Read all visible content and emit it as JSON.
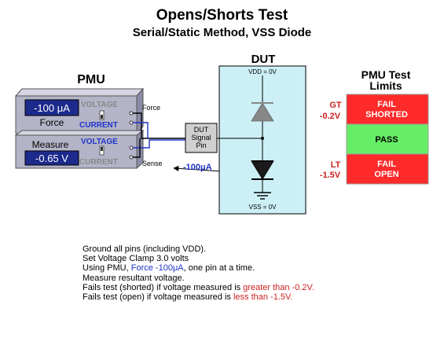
{
  "title": "Opens/Shorts Test",
  "subtitle": "Serial/Static Method, VSS Diode",
  "pmu": {
    "label": "PMU",
    "force_display": "-100 μA",
    "force_label": "Force",
    "measure_label": "Measure",
    "measure_display": "-0.65 V",
    "voltage_label": "VOLTAGE",
    "current_label": "CURRENT",
    "force_wire_label": "Force",
    "sense_wire_label": "Sense"
  },
  "dut": {
    "label": "DUT",
    "vdd_label": "VDD = 0V",
    "vss_label": "VSS = 0V",
    "signal_pin_label": [
      "DUT",
      "Signal",
      "Pin"
    ],
    "current_label": "-100μA"
  },
  "limits": {
    "title_line1": "PMU Test",
    "title_line2": "Limits",
    "gt_label": "GT",
    "gt_value": "-0.2V",
    "lt_label": "LT",
    "lt_value": "-1.5V",
    "fail_shorted_line1": "FAIL",
    "fail_shorted_line2": "SHORTED",
    "pass": "PASS",
    "fail_open_line1": "FAIL",
    "fail_open_line2": "OPEN"
  },
  "notes": {
    "line1": "Ground all pins (including VDD).",
    "line2": "Set Voltage Clamp 3.0 volts",
    "line3_prefix": "Using PMU, ",
    "line3_highlight": "Force -100μA",
    "line3_suffix": ", one pin at a time.",
    "line4": "Measure resultant voltage.",
    "line5_prefix": "Fails test (shorted) if voltage measured is ",
    "line5_highlight": "greater than -0.2V.",
    "line6_prefix": "Fails test (open) if voltage measured is ",
    "line6_highlight": "less than -1.5V."
  },
  "colors": {
    "fail": "#ff2a2a",
    "pass": "#66ee66",
    "dut_bg": "#ccf0f6",
    "instrument": "#b4b4c8",
    "display": "#1c2a8c",
    "accent_blue": "#1e34c8",
    "accent_red": "#cc1f1f"
  }
}
